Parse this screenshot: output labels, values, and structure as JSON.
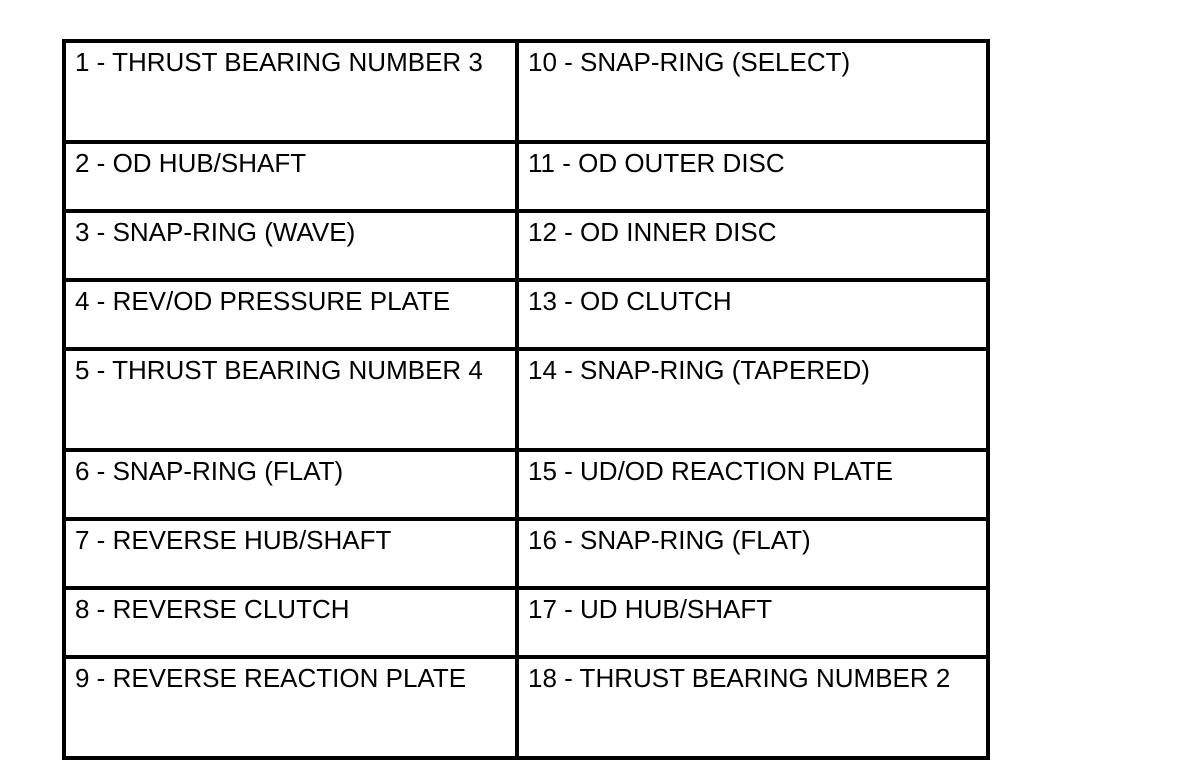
{
  "legend": {
    "rows": [
      {
        "left": "1 - THRUST BEARING NUMBER 3",
        "right": "10 - SNAP-RING (SELECT)"
      },
      {
        "left": "2 - OD HUB/SHAFT",
        "right": "11 - OD OUTER DISC"
      },
      {
        "left": "3 - SNAP-RING (WAVE)",
        "right": "12 - OD INNER DISC"
      },
      {
        "left": "4 - REV/OD PRESSURE PLATE",
        "right": "13 - OD CLUTCH"
      },
      {
        "left": "5 - THRUST BEARING NUMBER 4",
        "right": "14 - SNAP-RING (TAPERED)"
      },
      {
        "left": "6 - SNAP-RING (FLAT)",
        "right": "15 - UD/OD REACTION PLATE"
      },
      {
        "left": "7 - REVERSE HUB/SHAFT",
        "right": "16 - SNAP-RING (FLAT)"
      },
      {
        "left": "8 - REVERSE CLUTCH",
        "right": "17 - UD HUB/SHAFT"
      },
      {
        "left": "9 - REVERSE REACTION PLATE",
        "right": "18 - THRUST BEARING NUMBER 2"
      }
    ]
  }
}
